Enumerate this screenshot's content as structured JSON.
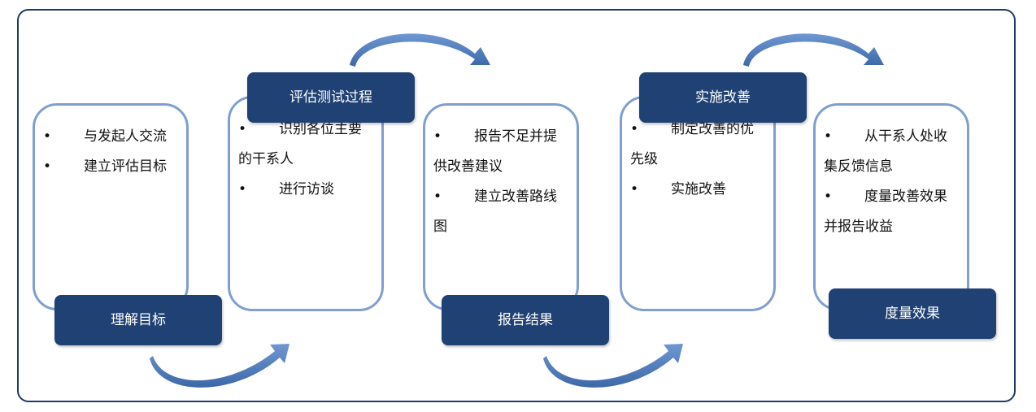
{
  "steps": [
    {
      "label": "理解目标",
      "bullets": [
        "与发起人交流",
        "建立评估目标"
      ]
    },
    {
      "label": "评估测试过程",
      "bullets": [
        "识别各位主要的干系人",
        "进行访谈"
      ]
    },
    {
      "label": "报告结果",
      "bullets": [
        "报告不足并提供改善建议",
        "建立改善路线图"
      ]
    },
    {
      "label": "实施改善",
      "bullets": [
        "制定改善的优先级",
        "实施改善"
      ]
    },
    {
      "label": "度量效果",
      "bullets": [
        "从干系人处收集反馈信息",
        "度量改善效果并报告收益"
      ]
    }
  ],
  "bullet_glyph": "•",
  "colors": {
    "frame": "#1f3b63",
    "card_border": "#7f9fd0",
    "label_fill": "#1f4173",
    "arrow": "#4f7ec0"
  }
}
